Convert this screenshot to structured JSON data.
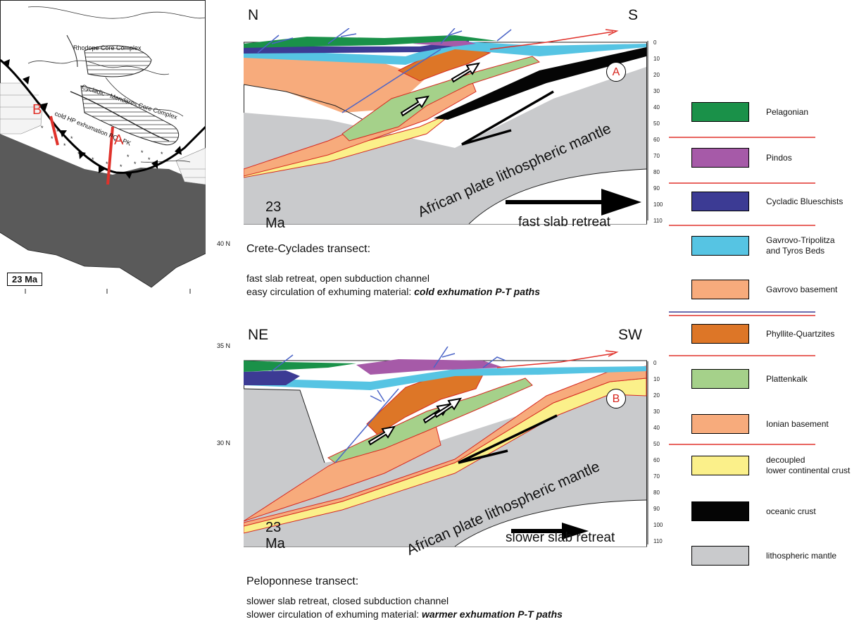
{
  "map": {
    "age": "23 Ma",
    "labels": {
      "rhodope": "Rhodope Core Complex",
      "cycladic": "Cycladic - Menderes Core Complex",
      "cold_hp": "cold HP exhumation PQ - PK",
      "transect_a": "A",
      "transect_b": "B"
    },
    "latitudes": [
      "40 N",
      "35 N",
      "30 N"
    ]
  },
  "sections": [
    {
      "left_dir": "N",
      "right_dir": "S",
      "age": "23 Ma",
      "mantle_label": "African plate lithospheric mantle",
      "retreat_label": "fast slab retreat",
      "marker": "A",
      "depth_ticks": [
        "0",
        "10",
        "20",
        "30",
        "40",
        "50",
        "60",
        "70",
        "80",
        "90",
        "100",
        "110"
      ],
      "caption_title": "Crete-Cyclades transect:",
      "caption_line1": "fast slab retreat, open subduction channel",
      "caption_line2_plain": "easy circulation of exhuming material: ",
      "caption_line2_bold": "cold exhumation P-T paths"
    },
    {
      "left_dir": "NE",
      "right_dir": "SW",
      "age": "23 Ma",
      "mantle_label": "African plate lithospheric mantle",
      "retreat_label": "slower slab retreat",
      "marker": "B",
      "depth_ticks": [
        "0",
        "10",
        "20",
        "30",
        "40",
        "50",
        "60",
        "70",
        "80",
        "90",
        "100",
        "110"
      ],
      "caption_title": "Peloponnese transect:",
      "caption_line1": "slower slab retreat, closed subduction channel",
      "caption_line2_plain": "slower circulation of exhuming material: ",
      "caption_line2_bold": "warmer exhumation P-T paths"
    }
  ],
  "legend": [
    {
      "label": "Pelagonian",
      "color": "#1a9149"
    },
    {
      "label": "Pindos",
      "color": "#a65aa8"
    },
    {
      "label": "Cycladic Blueschists",
      "color": "#3c3b94"
    },
    {
      "label": "Gavrovo-Tripolitza\nand Tyros Beds",
      "color": "#56c4e3"
    },
    {
      "label": "Gavrovo basement",
      "color": "#f7ab7c"
    },
    {
      "label": "Phyllite-Quartzites",
      "color": "#dd7627"
    },
    {
      "label": "Plattenkalk",
      "color": "#a5d18a"
    },
    {
      "label": "Ionian basement",
      "color": "#f7ab7c"
    },
    {
      "label": "decoupled\nlower continental crust",
      "color": "#fbf08a"
    },
    {
      "label": "oceanic crust",
      "color": "#050505"
    },
    {
      "label": "lithospheric mantle",
      "color": "#c9cacc"
    }
  ]
}
